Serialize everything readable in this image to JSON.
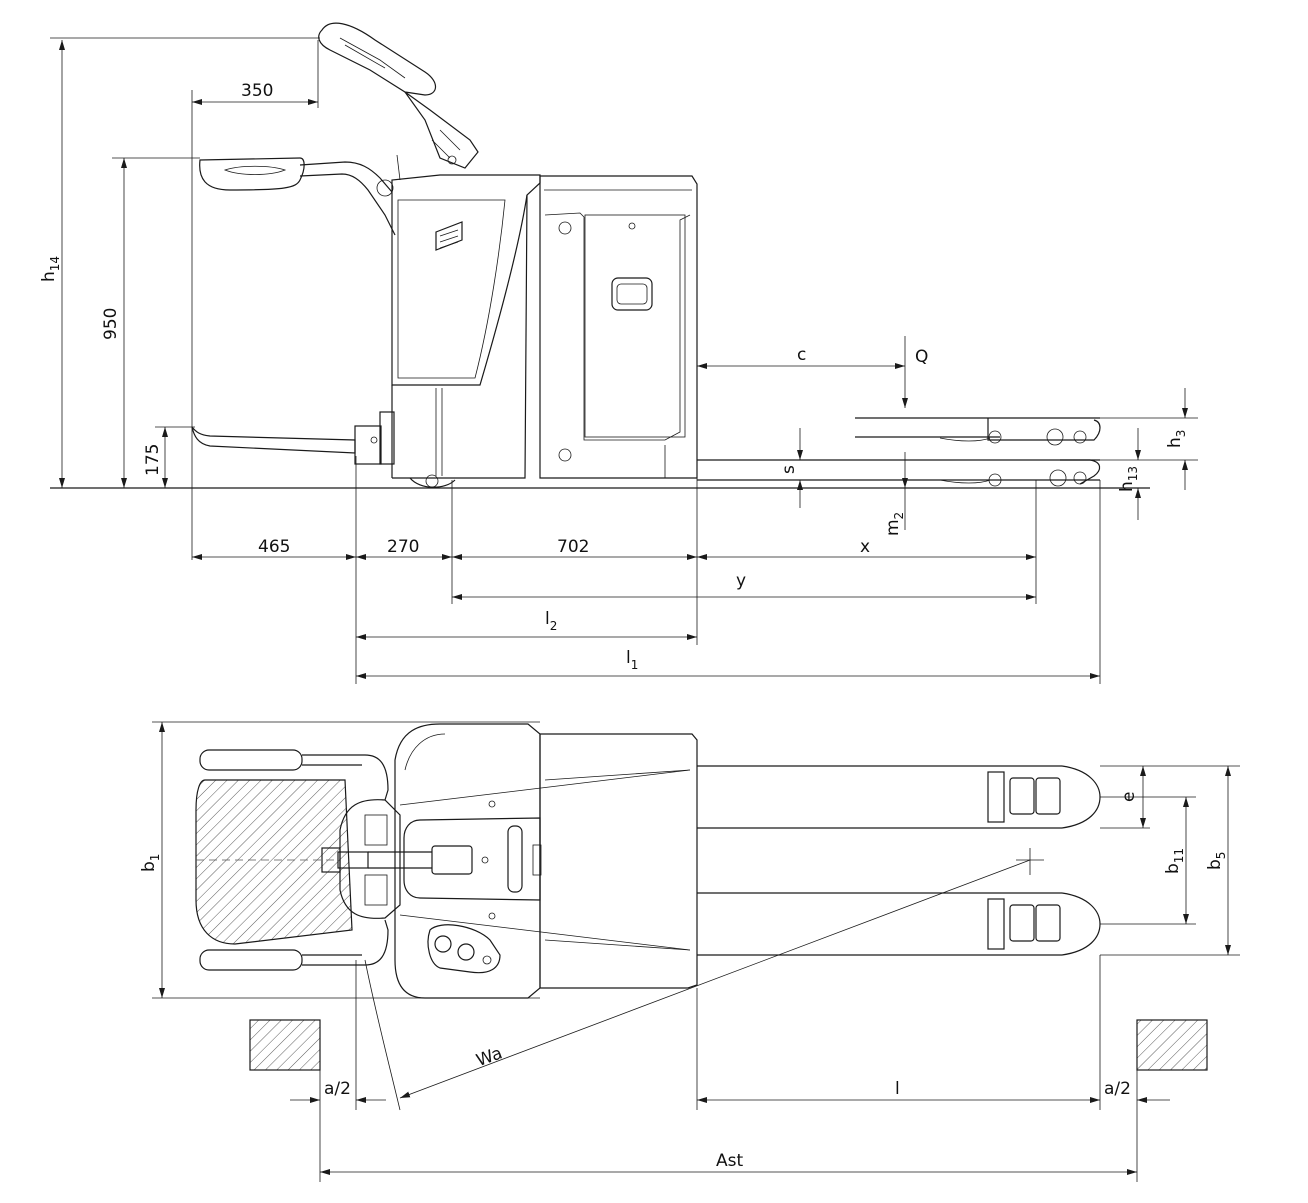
{
  "dimensions": {
    "d350": "350",
    "d950": "950",
    "d175": "175",
    "d465": "465",
    "d270": "270",
    "d702": "702",
    "h14_main": "h",
    "h14_sub": "14",
    "c": "c",
    "Q": "Q",
    "s": "s",
    "m2_main": "m",
    "m2_sub": "2",
    "h3_main": "h",
    "h3_sub": "3",
    "h13_main": "h",
    "h13_sub": "13",
    "x": "x",
    "y": "y",
    "l2_main": "l",
    "l2_sub": "2",
    "l1_main": "l",
    "l1_sub": "1",
    "b1_main": "b",
    "b1_sub": "1",
    "e": "e",
    "b11_main": "b",
    "b11_sub": "11",
    "b5_main": "b",
    "b5_sub": "5",
    "Wa": "Wa",
    "a2_left": "a/2",
    "a2_right": "a/2",
    "l": "l",
    "Ast": "Ast"
  }
}
